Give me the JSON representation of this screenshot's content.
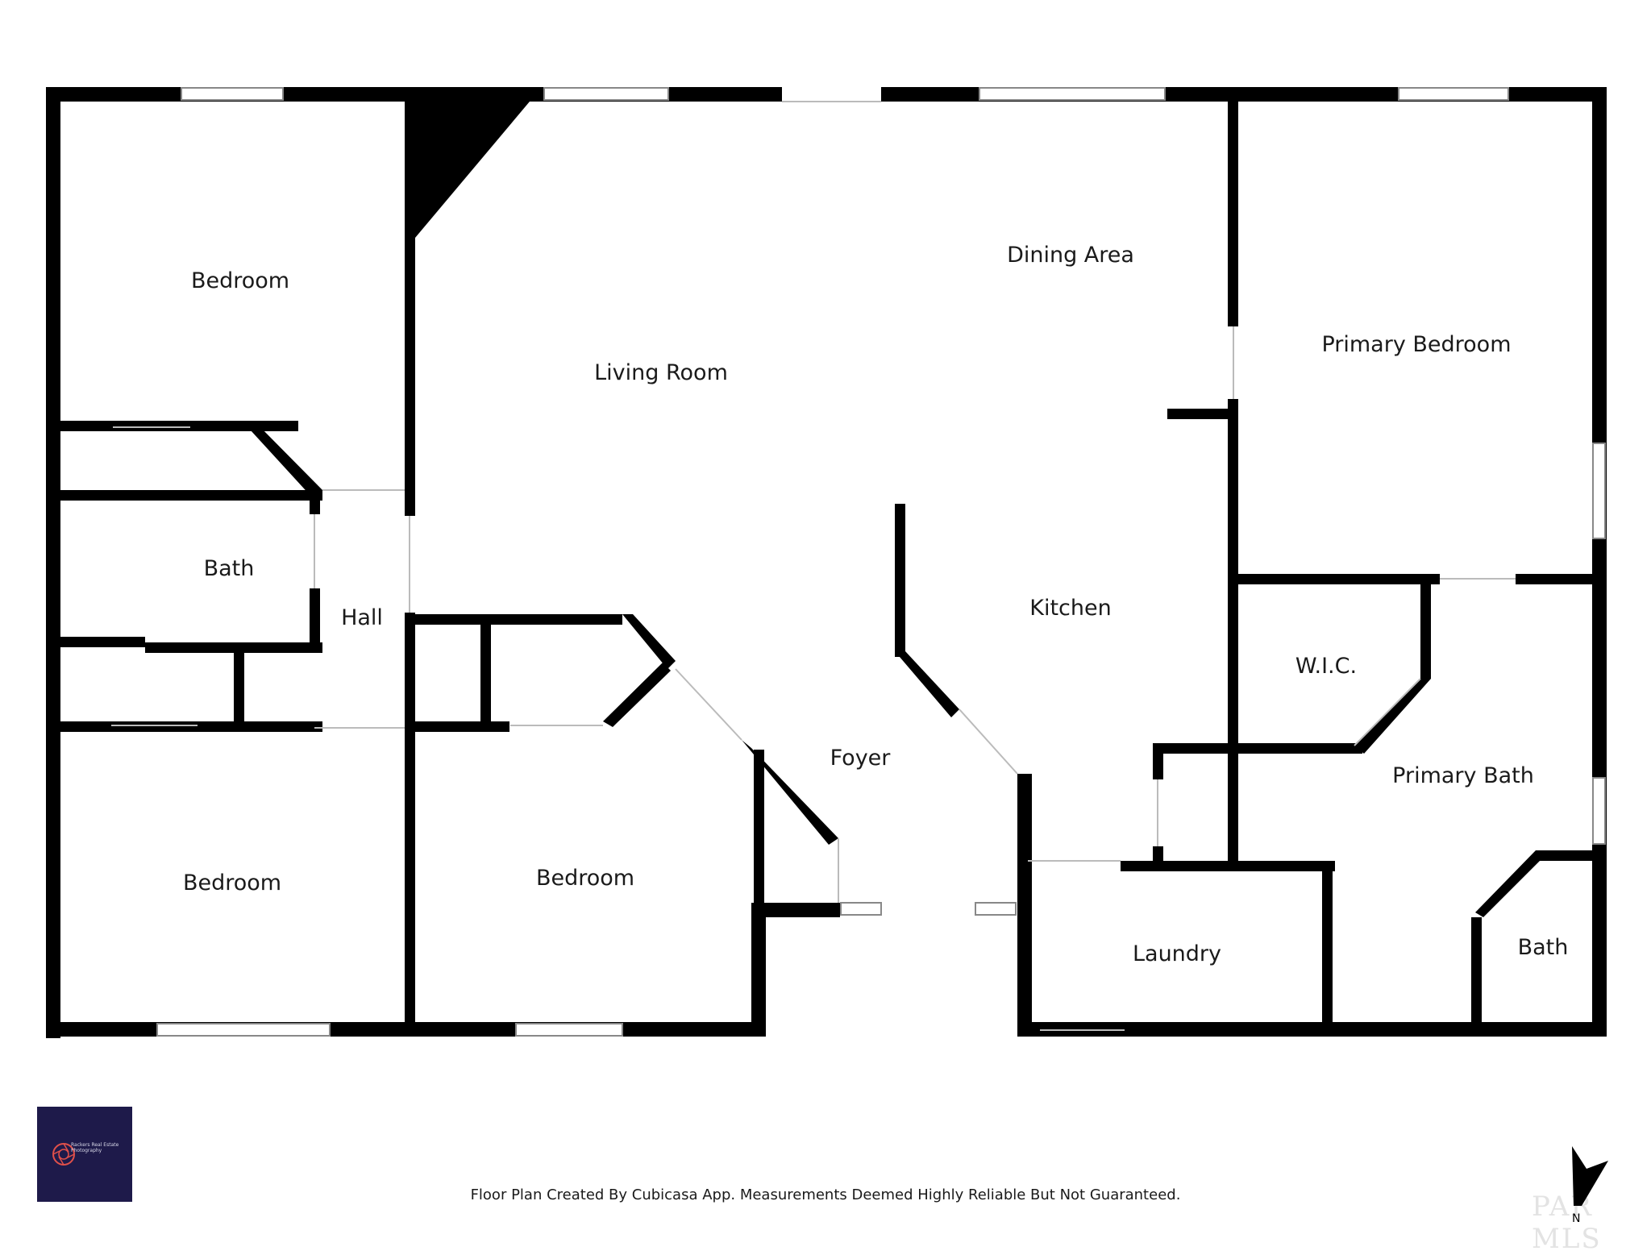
{
  "rooms": {
    "bedroom_nw": "Bedroom",
    "living_room": "Living Room",
    "dining_area": "Dining Area",
    "primary_bedroom": "Primary Bedroom",
    "bath_w": "Bath",
    "hall": "Hall",
    "kitchen": "Kitchen",
    "wic": "W.I.C.",
    "foyer": "Foyer",
    "primary_bath": "Primary Bath",
    "bedroom_sw": "Bedroom",
    "bedroom_s": "Bedroom",
    "laundry": "Laundry",
    "bath_se": "Bath"
  },
  "footer": {
    "note": "Floor Plan Created By Cubicasa App. Measurements Deemed Highly Reliable But Not Guaranteed."
  },
  "logo": {
    "text": "Rackers Real Estate Photography",
    "icon": "camera-aperture-icon",
    "background": "#1e1a4a",
    "accent": "#e0504a"
  },
  "watermark": {
    "text": "PAR MLS",
    "north_marker": "N",
    "icon": "north-arrow-icon"
  },
  "colors": {
    "wall": "#000000",
    "background": "#ffffff",
    "window": "#bdbdbd"
  }
}
